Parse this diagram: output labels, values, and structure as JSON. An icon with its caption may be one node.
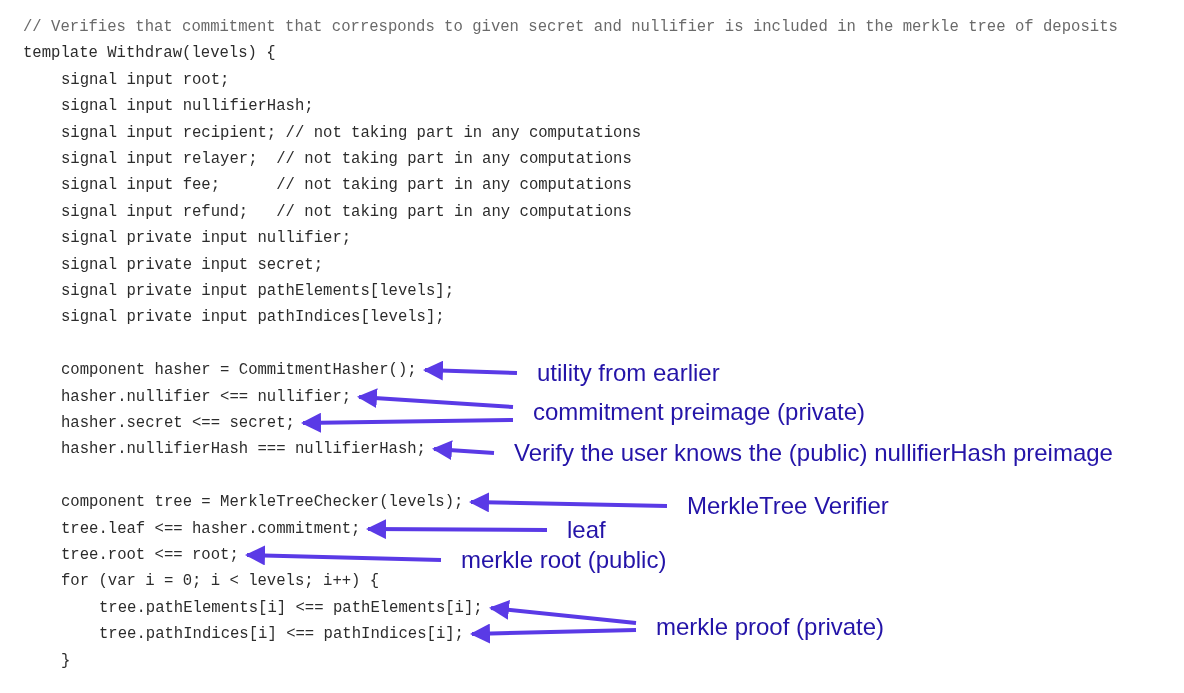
{
  "diagram": {
    "nodes": [
      {
        "text": [
          "component hasher = CommitmentHasher();"
        ]
      },
      {
        "text": [
          "utility from earlier"
        ]
      },
      {
        "text": [
          "hasher.nullifier <== nullifier;"
        ]
      },
      {
        "text": [
          "hasher.secret <== secret;"
        ]
      },
      {
        "text": [
          "commitment preimage (private)"
        ]
      },
      {
        "text": [
          "hasher.nullifierHash === nullifierHash;"
        ]
      },
      {
        "text": [
          "Verify the user knows the (public) nullifierHash preimage"
        ]
      },
      {
        "text": [
          "component tree = MerkleTreeChecker(levels);"
        ]
      },
      {
        "text": [
          "MerkleTree Verifier"
        ]
      },
      {
        "text": [
          "tree.leaf <== hasher.commitment;"
        ]
      },
      {
        "text": [
          "leaf"
        ]
      },
      {
        "text": [
          "tree.root <== root;"
        ]
      },
      {
        "text": [
          "merkle root (public)"
        ]
      },
      {
        "text": [
          "tree.pathElements[i] <== pathElements[i];"
        ]
      },
      {
        "text": [
          "tree.pathIndices[i] <== pathIndices[i];"
        ]
      },
      {
        "text": [
          "merkle proof (private)"
        ]
      }
    ],
    "edges": [
      {
        "from": 1,
        "to": 0,
        "arrow": "to"
      },
      {
        "from": 4,
        "to": 2,
        "arrow": "to"
      },
      {
        "from": 4,
        "to": 3,
        "arrow": "to"
      },
      {
        "from": 6,
        "to": 5,
        "arrow": "to"
      },
      {
        "from": 8,
        "to": 7,
        "arrow": "to"
      },
      {
        "from": 10,
        "to": 9,
        "arrow": "to"
      },
      {
        "from": 12,
        "to": 11,
        "arrow": "to"
      },
      {
        "from": 15,
        "to": 13,
        "arrow": "to"
      },
      {
        "from": 15,
        "to": 14,
        "arrow": "to"
      }
    ],
    "labels": [
      "// Verifies that commitment that corresponds to given secret and nullifier is included in the merkle tree of deposits",
      "template Withdraw(levels) {",
      "signal input root;",
      "signal input nullifierHash;",
      "signal input recipient; // not taking part in any computations",
      "signal input relayer;  // not taking part in any computations",
      "signal input fee;      // not taking part in any computations",
      "signal input refund;   // not taking part in any computations",
      "signal private input nullifier;",
      "signal private input secret;",
      "signal private input pathElements[levels];",
      "signal private input pathIndices[levels];",
      "for (var i = 0; i < levels; i++) {",
      "}"
    ]
  }
}
